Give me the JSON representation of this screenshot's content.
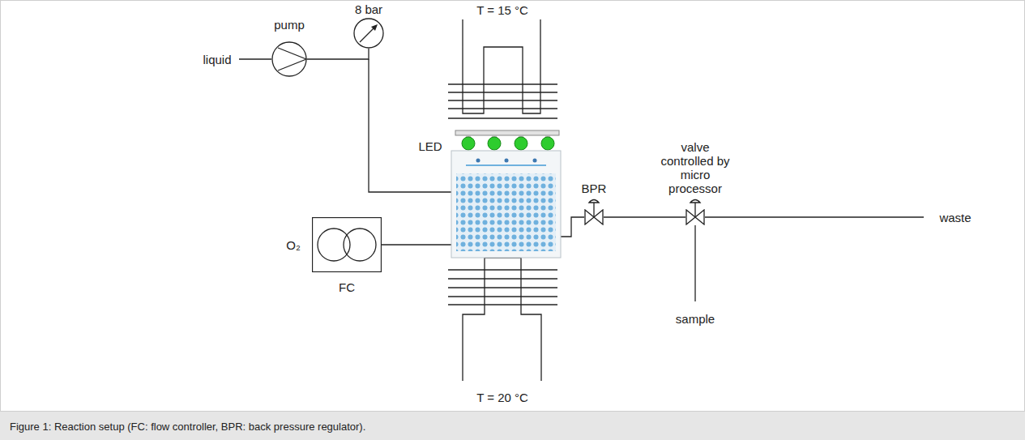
{
  "diagram": {
    "caption": "Figure 1: Reaction setup (FC: flow controller, BPR: back pressure regulator).",
    "nodes": [
      {
        "text": [
          "pump"
        ]
      },
      {
        "text": [
          "8 bar"
        ]
      },
      {
        "text": [
          "FC"
        ]
      },
      {
        "text": [
          "BPR"
        ]
      },
      {
        "text": [
          "valve controlled by micro processor"
        ]
      }
    ],
    "edges": [
      {
        "from": 0,
        "to": 1,
        "arrow": "none"
      },
      {
        "from": 3,
        "to": 4,
        "arrow": "none"
      }
    ],
    "labels": [
      "liquid",
      "T = 15 °C",
      "LED",
      "O₂",
      "waste",
      "sample",
      "T = 20 °C"
    ]
  }
}
